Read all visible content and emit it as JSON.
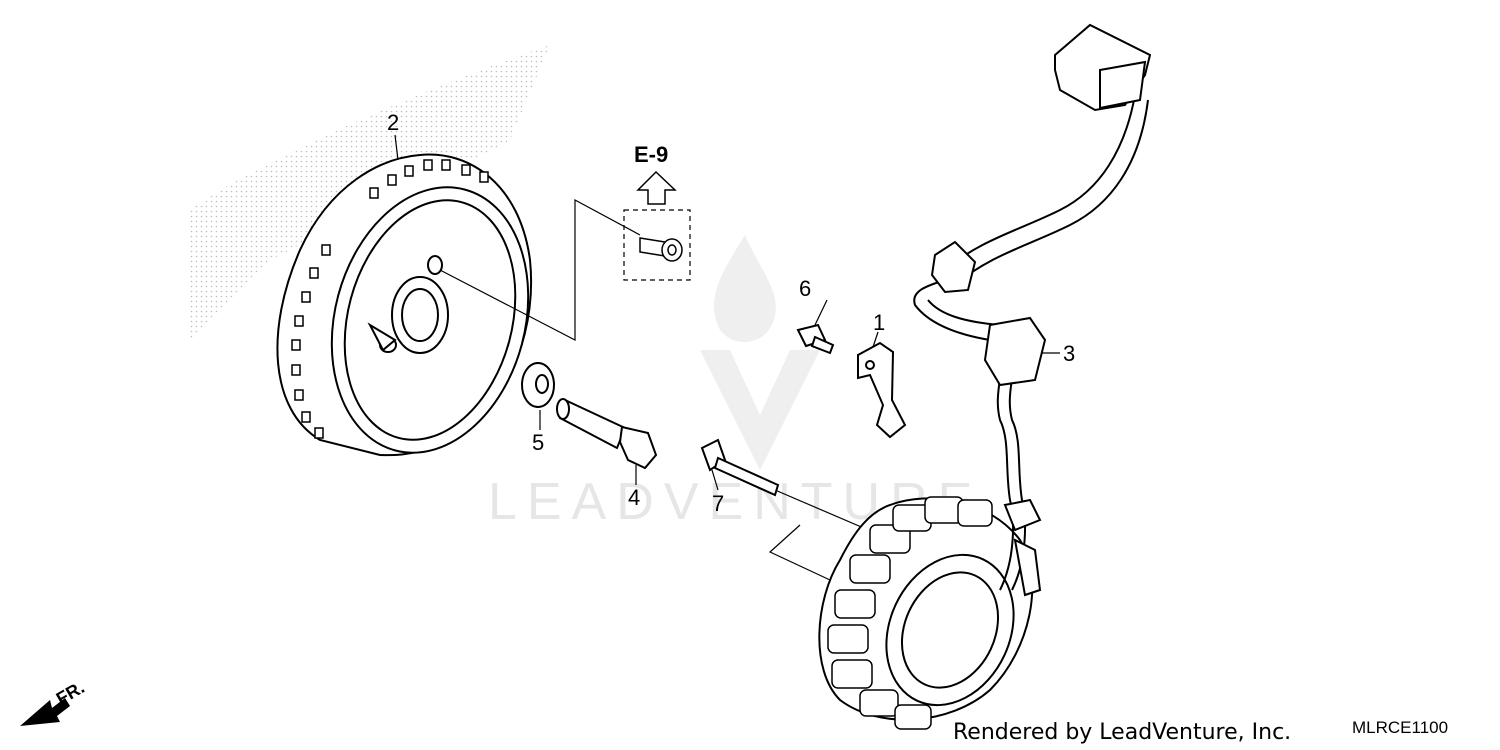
{
  "diagram": {
    "reference_code": "E-9",
    "front_label": "FR.",
    "callouts": {
      "flywheel": "2",
      "bracket": "1",
      "stator_harness": "3",
      "bolt_long": "4",
      "washer": "5",
      "bolt_small": "6",
      "bolt_stator": "7"
    },
    "credit": "Rendered by LeadVenture, Inc.",
    "diagram_id": "MLRCE1100",
    "watermark_text": "LEADVENTURE",
    "colors": {
      "line": "#000000",
      "watermark": "#e6e6e6",
      "shading": "#cfcfcf"
    }
  }
}
